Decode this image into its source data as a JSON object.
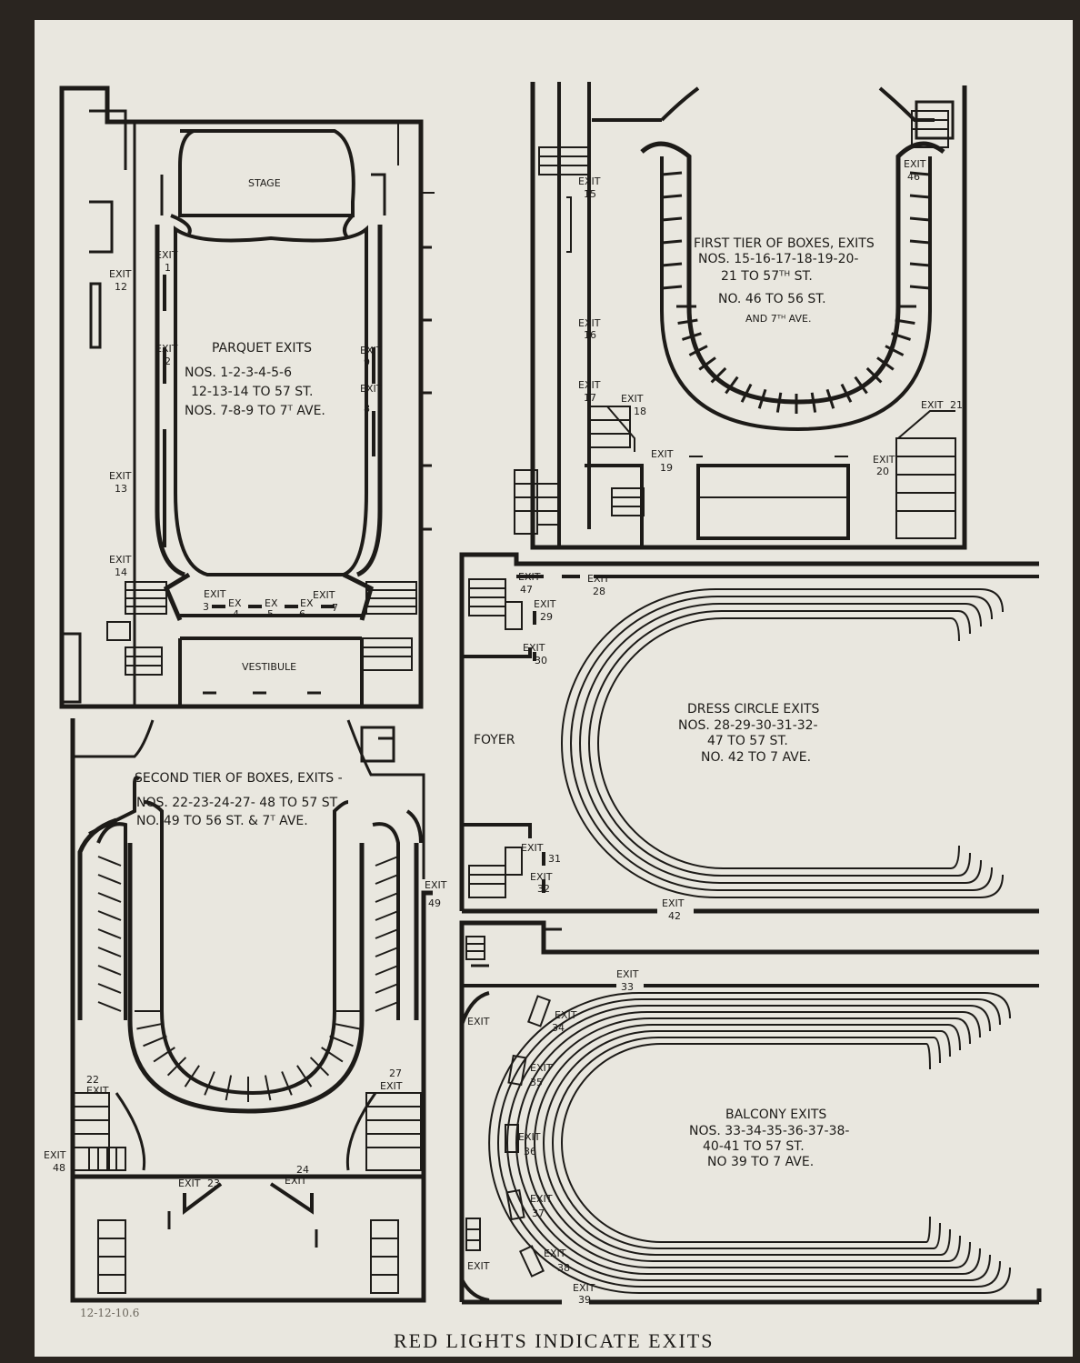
{
  "panels": {
    "parquet": {
      "stage": "STAGE",
      "vestibule": "VESTIBULE",
      "title": "PARQUET EXITS",
      "lines": [
        "NOS. 1-2-3-4-5-6",
        "12-13-14 TO 57 ST.",
        "NOS. 7-8-9 TO 7ᵀ AVE."
      ],
      "exit_label": "EXIT",
      "ex_label": "EX",
      "exit_numbers": [
        "1",
        "2",
        "3",
        "4",
        "5",
        "6",
        "7",
        "8",
        "9",
        "12",
        "13",
        "14"
      ]
    },
    "first_tier": {
      "title": "FIRST TIER OF BOXES, EXITS",
      "lines": [
        "NOS. 15-16-17-18-19-20-",
        "21 TO 57ᵀᴴ ST.",
        "NO. 46 TO 56 ST.",
        "AND 7ᵀᴴ AVE."
      ],
      "exit_label": "EXIT",
      "exit_numbers": [
        "15",
        "16",
        "17",
        "18",
        "19",
        "20",
        "21",
        "46"
      ]
    },
    "second_tier": {
      "title": "SECOND TIER OF BOXES, EXITS -",
      "lines": [
        "NOS. 22-23-24-27- 48 TO 57 ST",
        "NO. 49 TO 56 ST. & 7ᵀ AVE."
      ],
      "exit_label": "EXIT",
      "exit_numbers": [
        "22",
        "23",
        "24",
        "27",
        "48",
        "49"
      ]
    },
    "dress_circle": {
      "foyer": "FOYER",
      "title": "DRESS CIRCLE EXITS",
      "lines": [
        "NOS. 28-29-30-31-32-",
        "47 TO 57 ST.",
        "NO. 42 TO 7 AVE."
      ],
      "exit_label": "EXIT",
      "exit_numbers": [
        "28",
        "29",
        "30",
        "31",
        "32",
        "42",
        "47"
      ]
    },
    "balcony": {
      "title": "BALCONY EXITS",
      "lines": [
        "NOS. 33-34-35-36-37-38-",
        "40-41 TO 57 ST.",
        "NO 39 TO 7 AVE."
      ],
      "exit_label": "EXIT",
      "exit_numbers": [
        "33",
        "34",
        "35",
        "36",
        "37",
        "38",
        "39"
      ]
    }
  },
  "footer": "RED LIGHTS INDICATE EXITS",
  "handwritten_date": "12-12-10.6"
}
